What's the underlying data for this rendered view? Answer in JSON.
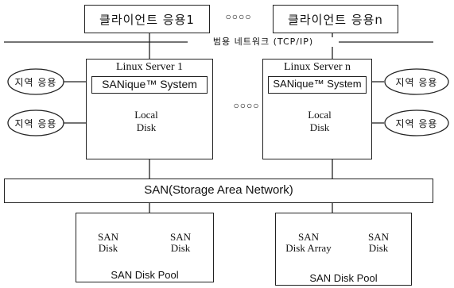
{
  "client_apps": {
    "first": "클라이언트 응용1",
    "ellipsis": "○○○○",
    "last": "클라이언트 응용n"
  },
  "network_label": "범용 네트워크 (TCP/IP)",
  "servers": [
    {
      "title": "Linux Server 1",
      "system": "SANique™ System",
      "disk": [
        "Local",
        "Disk"
      ]
    },
    {
      "title": "Linux Server n",
      "system": "SANique™ System",
      "disk": [
        "Local",
        "Disk"
      ]
    }
  ],
  "server_ellipsis": "○○○○",
  "local_apps": {
    "left_top": "지역 응용",
    "left_bottom": "지역 응용",
    "right_top": "지역 응용",
    "right_bottom": "지역 응용"
  },
  "san_bar": "SAN(Storage Area Network)",
  "pools": [
    {
      "label": "SAN Disk Pool",
      "disks": [
        [
          "SAN",
          "Disk"
        ],
        [
          "SAN",
          "Disk"
        ]
      ]
    },
    {
      "label": "SAN Disk Pool",
      "disks": [
        [
          "SAN",
          "Disk Array"
        ],
        [
          "SAN",
          "Disk"
        ]
      ]
    }
  ]
}
